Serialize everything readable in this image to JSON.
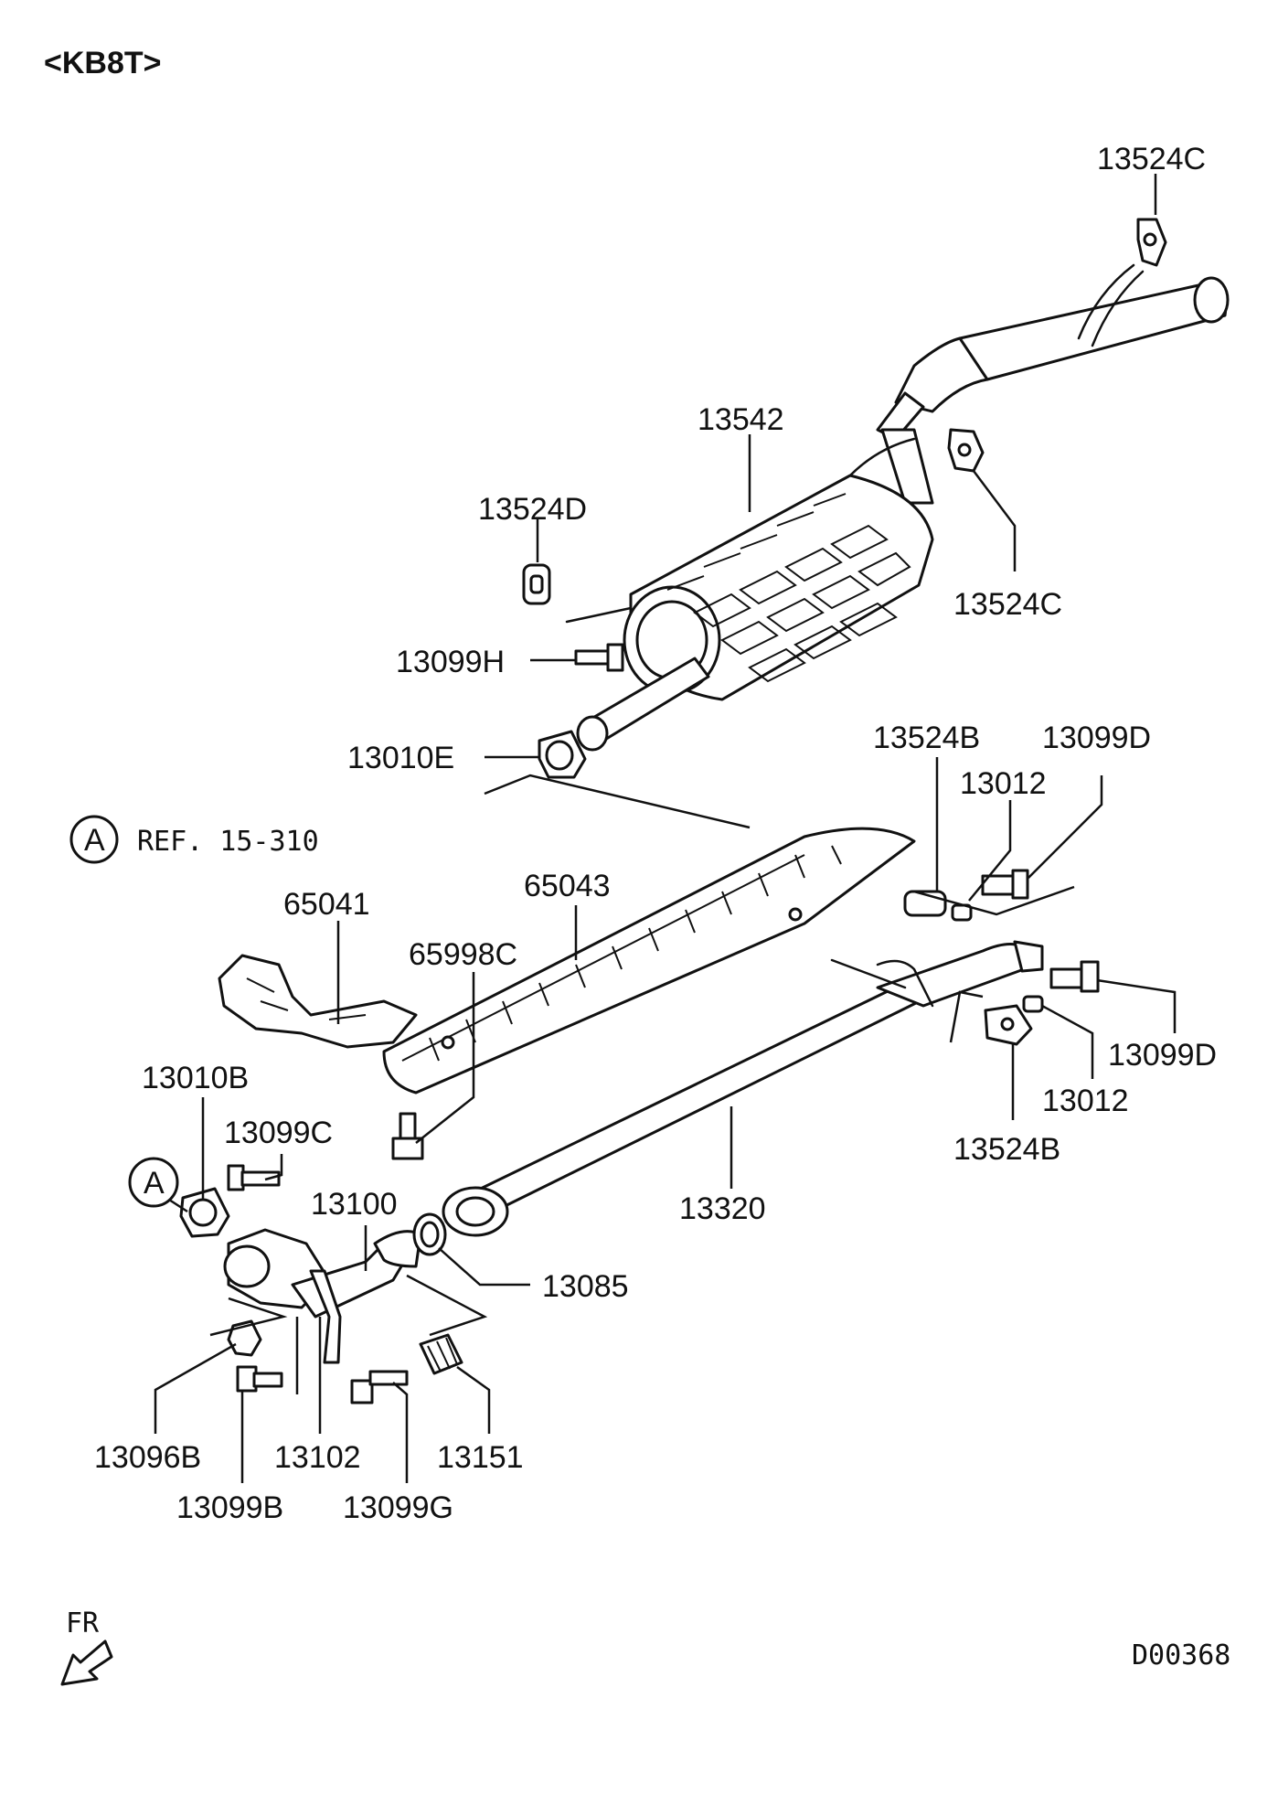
{
  "title": "<KB8T>",
  "reference": {
    "circle_letter": "A",
    "text": "REF. 15-310"
  },
  "callout_circle_letter": "A",
  "direction": {
    "text": "FR"
  },
  "drawing_code": "D00368",
  "part_labels": {
    "p13524C_top": "13524C",
    "p13542": "13542",
    "p13524D": "13524D",
    "p13524C_mid": "13524C",
    "p13099H": "13099H",
    "p13010E": "13010E",
    "p13524B_top": "13524B",
    "p13099D_top": "13099D",
    "p13012_top": "13012",
    "p65043": "65043",
    "p65041": "65041",
    "p65998C": "65998C",
    "p13099D_right": "13099D",
    "p13012_right": "13012",
    "p13524B_right": "13524B",
    "p13010B": "13010B",
    "p13099C": "13099C",
    "p13100": "13100",
    "p13320": "13320",
    "p13085": "13085",
    "p13096B": "13096B",
    "p13102": "13102",
    "p13151": "13151",
    "p13099B": "13099B",
    "p13099G": "13099G"
  }
}
